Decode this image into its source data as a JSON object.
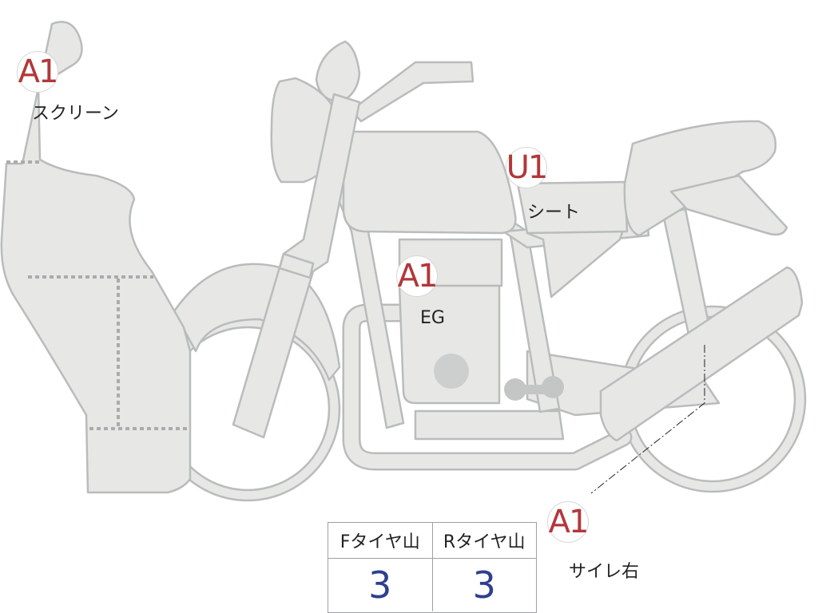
{
  "markers": {
    "screen": "A1",
    "seat": "U1",
    "engine": "A1",
    "muffler": "A1"
  },
  "labels": {
    "screen": "スクリーン",
    "seat": "シート",
    "engine": "EG",
    "muffler": "サイレ右"
  },
  "tire_table": {
    "front_header": "Fタイヤ山",
    "rear_header": "Rタイヤ山",
    "front_value": "3",
    "rear_value": "3"
  },
  "colors": {
    "part_fill": "#e7e8e5",
    "part_outline": "#b9bcbc",
    "marker_text": "#b2373a",
    "table_value": "#2e3f8f"
  }
}
